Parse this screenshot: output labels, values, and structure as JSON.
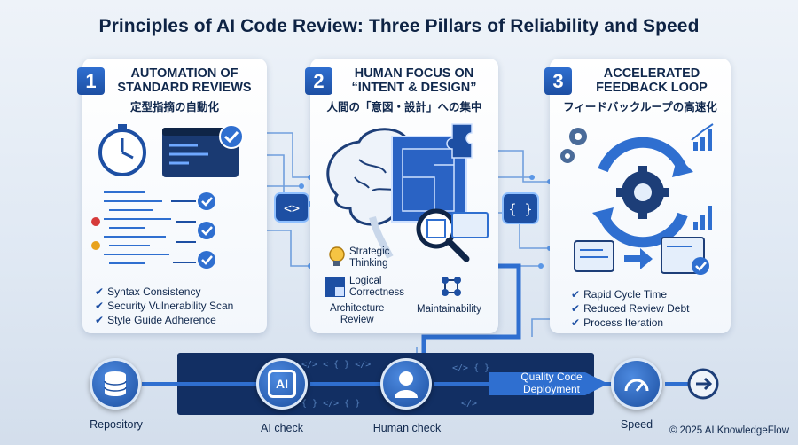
{
  "title": "Principles of AI Code Review: Three Pillars of Reliability and Speed",
  "cards": [
    {
      "number": "1",
      "title_line1": "AUTOMATION OF",
      "title_line2": "STANDARD REVIEWS",
      "subtitle": "定型指摘の自動化",
      "bullets": [
        "Syntax Consistency",
        "Security Vulnerability Scan",
        "Style Guide Adherence"
      ]
    },
    {
      "number": "2",
      "title_line1": "HUMAN FOCUS ON",
      "title_line2": "“INTENT & DESIGN”",
      "subtitle": "人間の「意図・設計」への集中",
      "labels": {
        "strategic": "Strategic\nThinking",
        "logical": "Logical\nCorrectness",
        "architecture": "Architecture\nReview",
        "maintainability": "Maintainability"
      }
    },
    {
      "number": "3",
      "title_line1": "ACCELERATED",
      "title_line2": "FEEDBACK LOOP",
      "subtitle": "フィードバックループの高速化",
      "bullets": [
        "Rapid Cycle Time",
        "Reduced Review Debt",
        "Process Iteration"
      ]
    }
  ],
  "flow": {
    "repository": "Repository",
    "ai_check": "AI check",
    "ai_badge": "AI",
    "human_check": "Human check",
    "deployment": "Quality Code\nDeployment",
    "speed": "Speed"
  },
  "copyright": "© 2025 AI KnowledgeFlow",
  "colors": {
    "primary": "#1d4fa3",
    "dark": "#122f63",
    "accent": "#2f6fd0"
  }
}
